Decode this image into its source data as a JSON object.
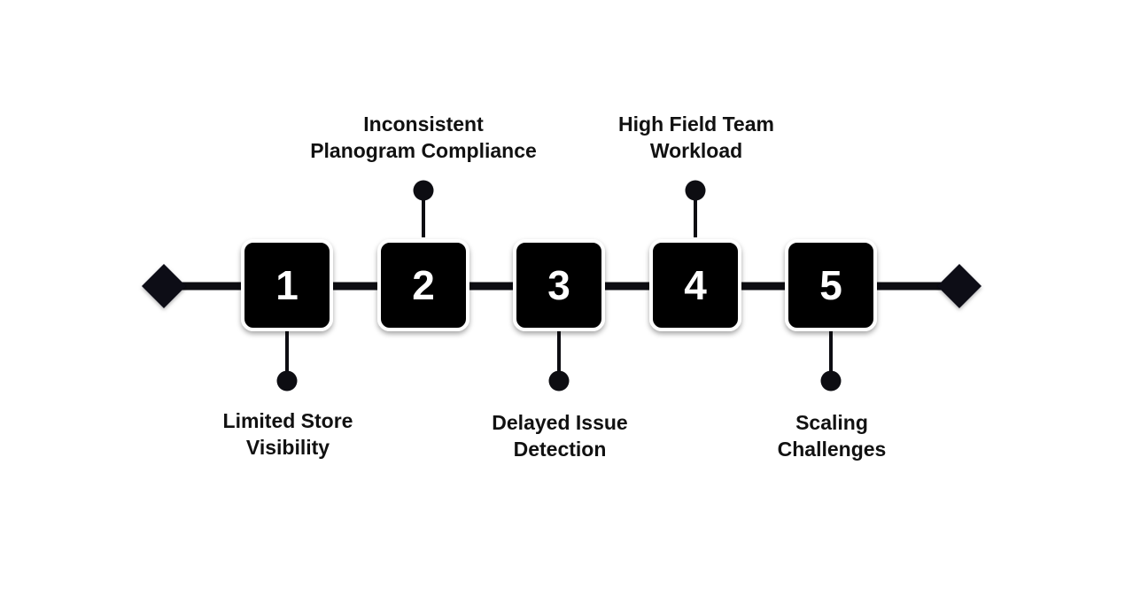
{
  "colors": {
    "line": "#0d0d12",
    "box": "#000000",
    "box_border": "#ffffff",
    "number_text": "#ffffff",
    "label_text": "#111111",
    "shadow": "#00000040"
  },
  "steps": [
    {
      "number": "1",
      "label_lines": [
        "Limited Store",
        "Visibility"
      ],
      "label_position": "below"
    },
    {
      "number": "2",
      "label_lines": [
        "Inconsistent",
        "Planogram Compliance"
      ],
      "label_position": "above"
    },
    {
      "number": "3",
      "label_lines": [
        "Delayed Issue",
        "Detection"
      ],
      "label_position": "below"
    },
    {
      "number": "4",
      "label_lines": [
        "High Field Team",
        "Workload"
      ],
      "label_position": "above"
    },
    {
      "number": "5",
      "label_lines": [
        "Scaling",
        "Challenges"
      ],
      "label_position": "below"
    }
  ],
  "end_markers": {
    "left": "diamond",
    "right": "diamond"
  }
}
